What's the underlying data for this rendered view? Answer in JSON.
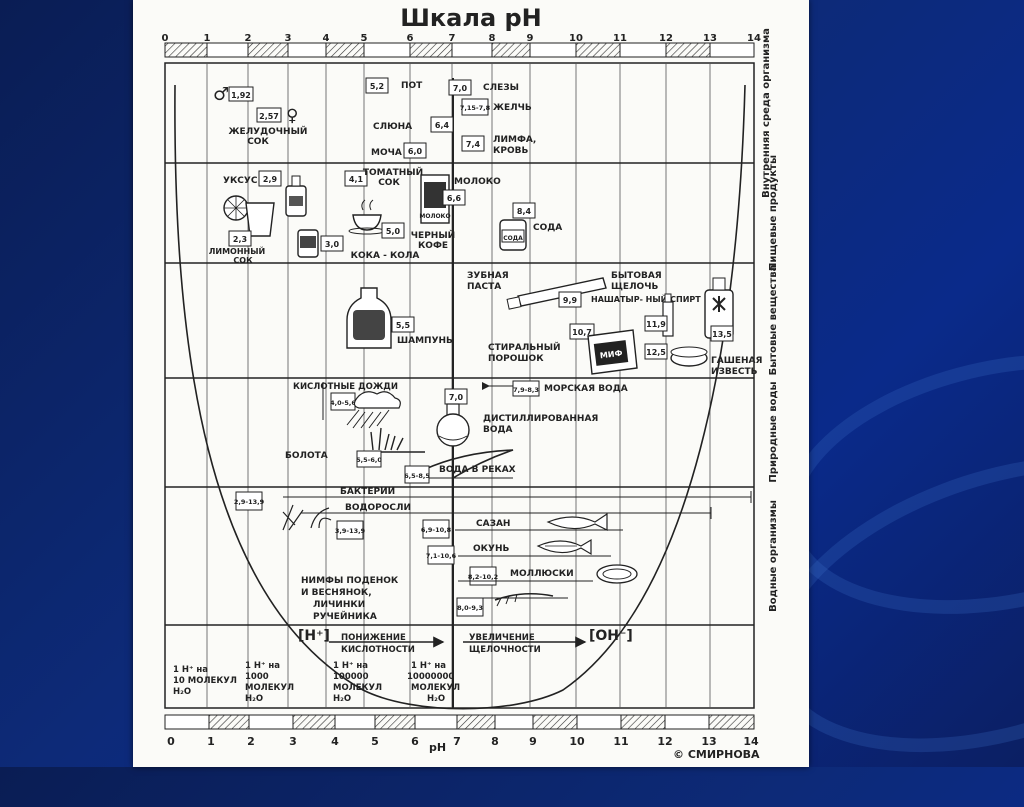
{
  "title": "Шкала рН",
  "top_ticks": [
    "0",
    "1",
    "2",
    "3",
    "4",
    "5",
    "6",
    "7",
    "8",
    "9",
    "10",
    "11",
    "12",
    "13",
    "14"
  ],
  "bottom_ticks": [
    "0",
    "1",
    "2",
    "3",
    "4",
    "5",
    "6",
    "7",
    "8",
    "9",
    "10",
    "11",
    "12",
    "13",
    "14"
  ],
  "bottom_axis_label": "рН",
  "credit": "© СМИРНОВА",
  "sections": [
    "Внутренняя среда организма",
    "Пищевые продукты",
    "Бытовые вещества",
    "Природные воды",
    "Водные организмы"
  ],
  "section1": {
    "stomach_value": "1,92",
    "stomach_value_f": "2,57",
    "stomach_label_1": "ЖЕЛУДОЧНЫЙ",
    "stomach_label_2": "СОК",
    "sweat_value": "5,2",
    "sweat_label": "ПОТ",
    "tears_value": "7,0",
    "tears_label": "СЛЕЗЫ",
    "bile_value": "7,15-7,8",
    "bile_label": "ЖЕЛЧЬ",
    "saliva_label": "СЛЮНА",
    "saliva_value": "6,4",
    "lymph_value": "7,4",
    "lymph_label_1": "ЛИМФА,",
    "lymph_label_2": "КРОВЬ",
    "urine_label": "МОЧА",
    "urine_value": "6,0"
  },
  "section2": {
    "vinegar_label": "УКСУС",
    "vinegar_value": "2,9",
    "lemon_value": "2,3",
    "lemon_label_1": "ЛИМОННЫЙ",
    "lemon_label_2": "СОК",
    "cola_can_value": "3,0",
    "tomato_value": "4,1",
    "tomato_label_1": "ТОМАТНЫЙ",
    "tomato_label_2": "СОК",
    "milk_label": "МОЛОКО",
    "milk_value": "6,6",
    "coffee_value": "5,0",
    "coffee_label_1": "ЧЕРНЫЙ",
    "coffee_label_2": "КОФЕ",
    "cola_label": "КОКА - КОЛА",
    "soda_value": "8,4",
    "soda_label": "СОДА",
    "soda_box": "СОДА",
    "milk_box": "МОЛОКО"
  },
  "section3": {
    "toothpaste_label_1": "ЗУБНАЯ",
    "toothpaste_label_2": "ПАСТА",
    "lye_label_1": "БЫТОВАЯ",
    "lye_label_2": "ЩЕЛОЧЬ",
    "toothpaste_value": "9,9",
    "ammonia_label": "НАШАТЫР- НЫЙ СПИРТ",
    "ammonia_value": "11,9",
    "lye_value": "13,5",
    "shampoo_value": "5,5",
    "shampoo_label": "ШАМПУНЬ",
    "powder_label_1": "СТИРАЛЬНЫЙ",
    "powder_label_2": "ПОРОШОК",
    "powder_value": "10,7",
    "powder_box": "МИФ",
    "lime_value": "12,5",
    "lime_label_1": "ГАШЕНАЯ",
    "lime_label_2": "ИЗВЕСТЬ"
  },
  "section4": {
    "acid_rain_label": "КИСЛОТНЫЕ ДОЖДИ",
    "acid_rain_value": "4,0-5,6",
    "distilled_value": "7,0",
    "sea_value": "7,9-8,3",
    "sea_label": "МОРСКАЯ ВОДА",
    "distilled_label_1": "ДИСТИЛЛИРОВАННАЯ",
    "distilled_label_2": "ВОДА",
    "swamp_label": "БОЛОТА",
    "swamp_value": "5,5-6,0",
    "river_value": "6,5-8,5",
    "river_label": "ВОДА В РЕКАХ"
  },
  "section5": {
    "bacteria_value": "2,9-13,9",
    "bacteria_label": "БАКТЕРИИ",
    "algae_label": "ВОДОРОСЛИ",
    "algae_value": "3,9-13,9",
    "pikeperch_value": "6,9-10,8",
    "pikeperch_label": "САЗАН",
    "perch_value": "7,1-10,6",
    "perch_label": "ОКУНЬ",
    "mollusk_value": "8,2-10,2",
    "mollusk_label": "МОЛЛЮСКИ",
    "nymph_label_1": "НИМФЫ ПОДЕНОК",
    "nymph_label_2": "И ВЕСНЯНОК,",
    "nymph_label_3": "ЛИЧИНКИ",
    "nymph_label_4": "РУЧЕЙНИКА",
    "nymph_value": "8,0-9,3"
  },
  "ions": {
    "h_ion": "[H⁺]",
    "oh_ion": "[OH⁻]",
    "decrease_1": "ПОНИЖЕНИЕ",
    "decrease_2": "КИСЛОТНОСТИ",
    "increase_1": "УВЕЛИЧЕНИЕ",
    "increase_2": "ЩЕЛОЧНОСТИ"
  },
  "ratios": [
    {
      "l1": "1 H⁺ на",
      "l2": "10 МОЛЕКУЛ",
      "l3": "H₂O"
    },
    {
      "l1": "1 H⁺ на",
      "l2": "1000",
      "l3": "МОЛЕКУЛ",
      "l4": "H₂O"
    },
    {
      "l1": "1 H⁺ на",
      "l2": "100000",
      "l3": "МОЛЕКУЛ",
      "l4": "H₂O"
    },
    {
      "l1": "1 H⁺ на",
      "l2": "10000000",
      "l3": "МОЛЕКУЛ",
      "l4": "H₂O"
    }
  ]
}
